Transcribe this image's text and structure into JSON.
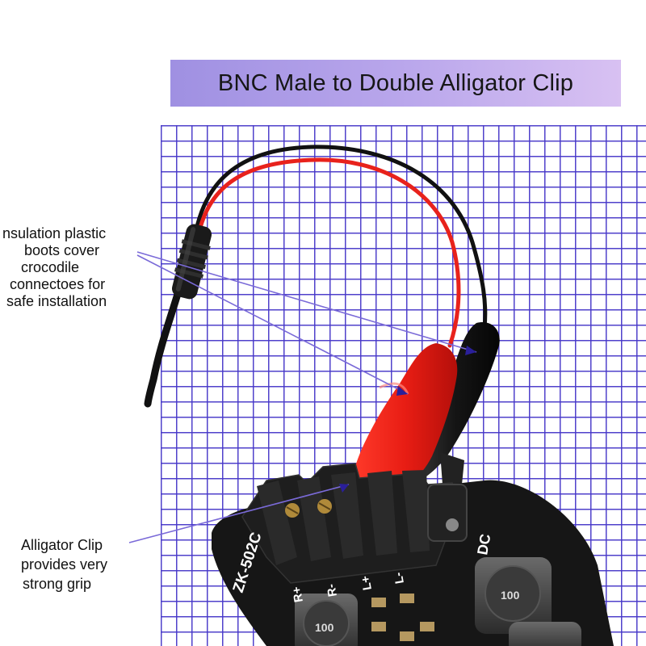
{
  "banner": {
    "title": "BNC Male to Double Alligator Clip"
  },
  "callouts": {
    "boots": {
      "line1": "nsulation plastic",
      "line2": "boots cover",
      "line3": "crocodile",
      "line4": "connectoes for",
      "line5": "safe installation"
    },
    "grip": {
      "line1": "Alligator Clip",
      "line2": "provides very",
      "line3": "strong grip"
    }
  },
  "board": {
    "model": "ZK-502C",
    "terminals": [
      "R+",
      "R-",
      "L+",
      "L-"
    ],
    "inductor_label": "100",
    "dc_label": "DC"
  },
  "colors": {
    "banner_start": "#9f90e2",
    "banner_end": "#d8c1f2",
    "grid_line": "#4637c8",
    "wire_red": "#e8221c",
    "wire_black": "#111111",
    "callout_line": "#7a6ad8"
  }
}
